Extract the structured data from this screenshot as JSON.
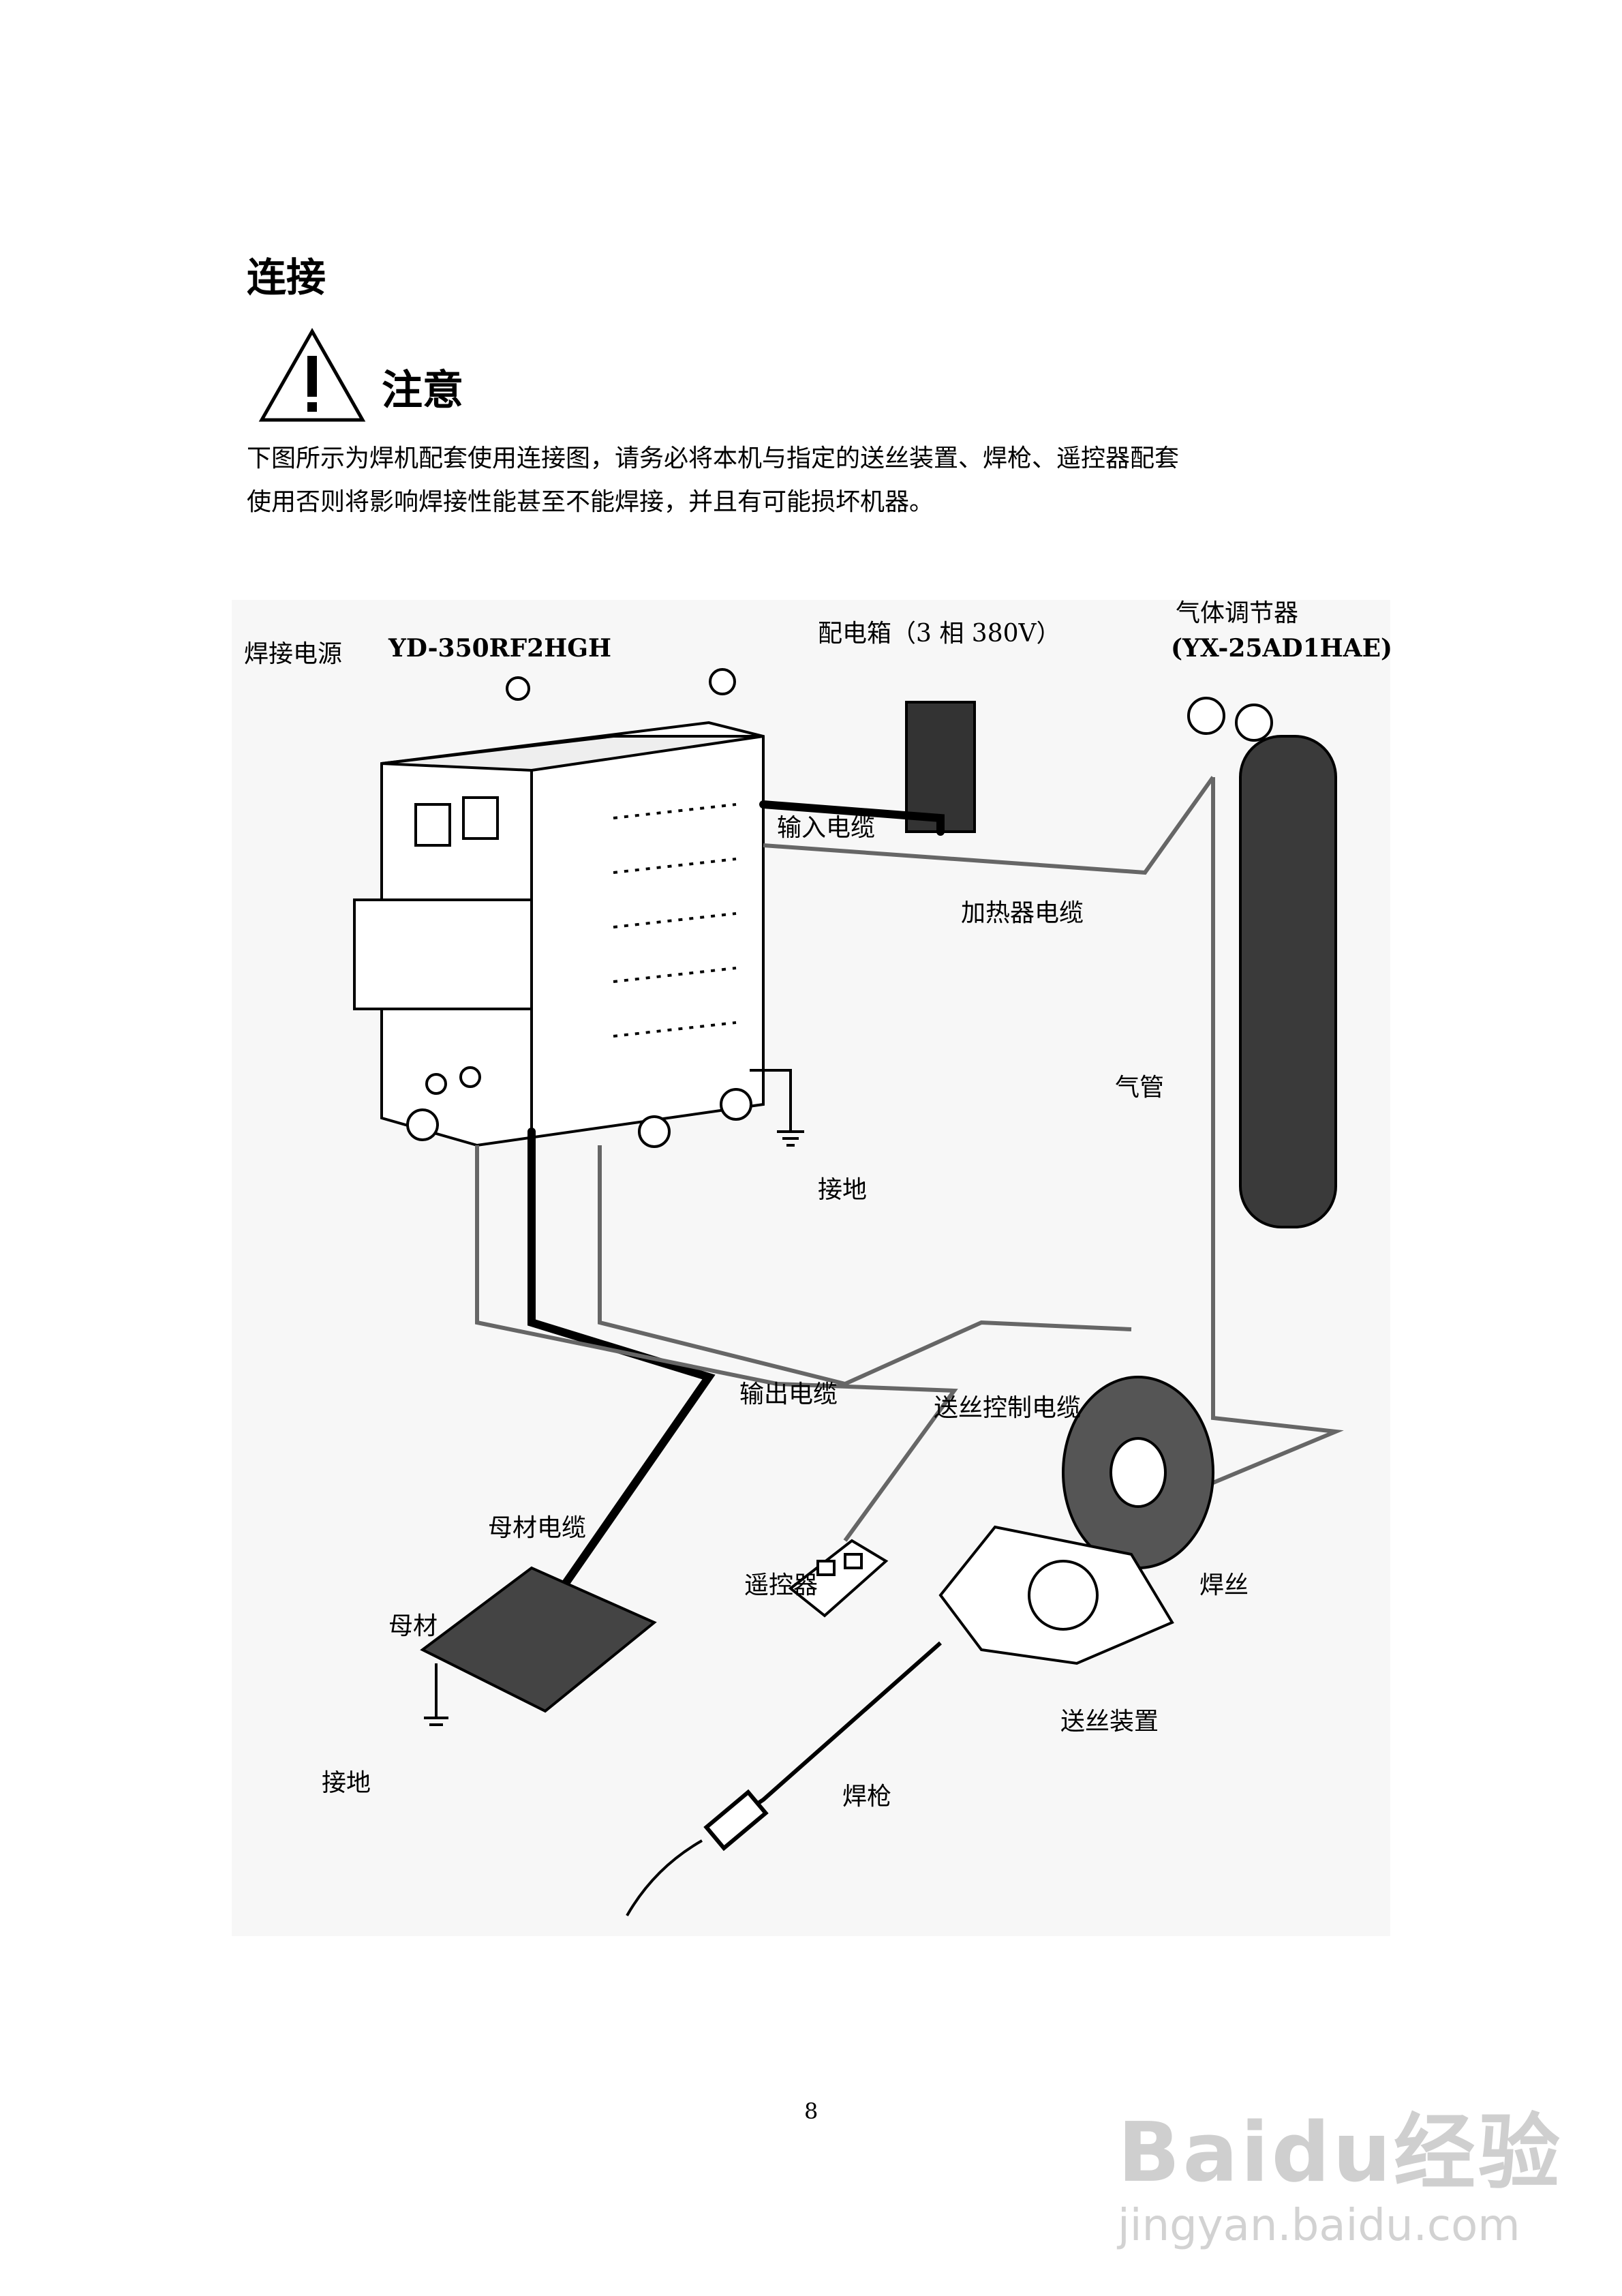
{
  "section_title": "连接",
  "warning": {
    "icon": "warning-triangle-icon",
    "title": "注意"
  },
  "paragraph": {
    "line1": "下图所示为焊机配套使用连接图，请务必将本机与指定的送丝装置、焊枪、遥控器配套",
    "line2": "使用否则将影响焊接性能甚至不能焊接，并且有可能损坏机器。"
  },
  "diagram": {
    "power_source_label": "焊接电源",
    "power_source_model": "YD-350RF2HGH",
    "distribution_box": "配电箱（3 相 380V）",
    "gas_regulator": "气体调节器",
    "gas_regulator_model": "(YX-25AD1HAE)",
    "input_cable": "输入电缆",
    "heater_cable": "加热器电缆",
    "gas_hose": "气管",
    "ground_1": "接地",
    "output_cable": "输出电缆",
    "feeder_control_cable": "送丝控制电缆",
    "base_metal_cable": "母材电缆",
    "remote_control": "遥控器",
    "welding_wire": "焊丝",
    "base_metal": "母材",
    "wire_feeder": "送丝装置",
    "ground_2": "接地",
    "torch": "焊枪"
  },
  "page_number": "8",
  "watermark": {
    "brand": "Baidu经验",
    "url": "jingyan.baidu.com"
  }
}
